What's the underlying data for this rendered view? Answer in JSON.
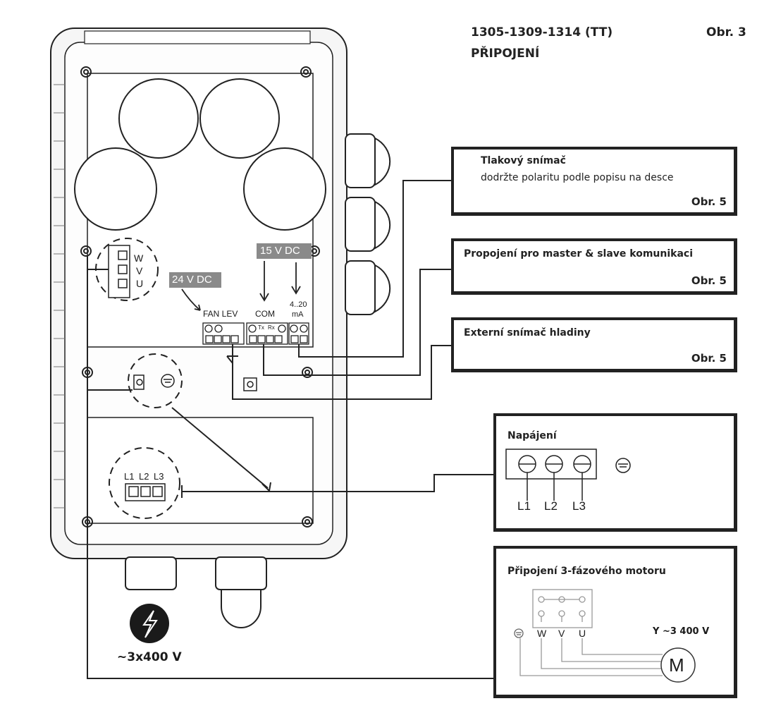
{
  "header": {
    "model": "1305-1309-1314 (TT)",
    "subtitle": "PŘIPOJENÍ",
    "figure_ref": "Obr. 3"
  },
  "board": {
    "motor_terminals": [
      "W",
      "V",
      "U"
    ],
    "voltage_24": "24 V DC",
    "voltage_15": "15 V DC",
    "fan_lev_label": "FAN LEV",
    "com_label": "COM",
    "analog_label_1": "4..20",
    "analog_label_2": "mA",
    "tx_label": "Tx",
    "rx_label": "Rx",
    "power_terminals": [
      "L1",
      "L2",
      "L3"
    ],
    "supply_voltage": "~3x400 V"
  },
  "boxes": {
    "pressure": {
      "title": "Tlakový snímač",
      "note": "dodržte polaritu podle popisu na desce",
      "ref": "Obr. 5"
    },
    "master_slave": {
      "title": "Propojení pro master & slave komunikaci",
      "ref": "Obr. 5"
    },
    "level": {
      "title": "Externí snímač hladiny",
      "ref": "Obr. 5"
    },
    "power": {
      "title": "Napájení",
      "terminals": [
        "L1",
        "L2",
        "L3"
      ]
    },
    "motor": {
      "title": "Připojení 3-fázového motoru",
      "terminals": [
        "W",
        "V",
        "U"
      ],
      "voltage": "Y ~3 400 V",
      "motor_symbol": "M"
    }
  },
  "icons": {
    "warning": "warning-icon",
    "ground": "ground-icon",
    "lightning": "lightning-icon"
  },
  "colors": {
    "line": "#222222",
    "label_bg": "#8a8a8a",
    "housing": "#f4f4f4"
  }
}
